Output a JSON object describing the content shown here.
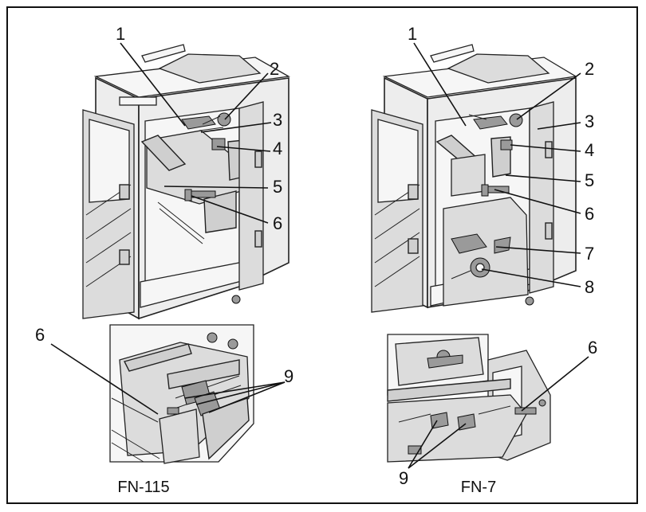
{
  "models": {
    "left": "FN-115",
    "right": "FN-7"
  },
  "callouts": {
    "fn115_top": [
      "1",
      "2",
      "3",
      "4",
      "5",
      "6"
    ],
    "fn115_bottom": [
      "6",
      "9"
    ],
    "fn7_top": [
      "1",
      "2",
      "3",
      "4",
      "5",
      "6",
      "7",
      "8"
    ],
    "fn7_bottom": [
      "6",
      "9"
    ]
  }
}
